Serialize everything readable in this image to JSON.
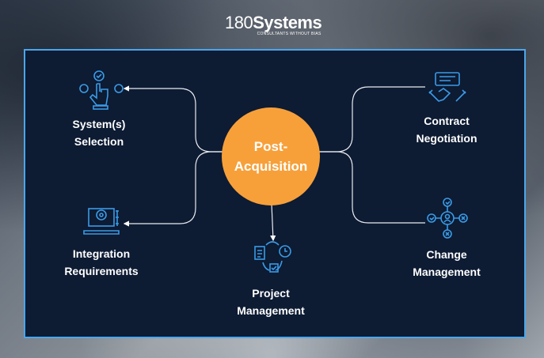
{
  "brand": {
    "name_number": "180",
    "name_word": "Systems",
    "tagline": "CONSULTANTS WITHOUT BIAS"
  },
  "center": {
    "line1": "Post-",
    "line2": "Acquisition"
  },
  "nodes": [
    {
      "line1": "System(s)",
      "line2": "Selection",
      "icon": "hand-pointer-check-icon"
    },
    {
      "line1": "Integration",
      "line2": "Requirements",
      "icon": "laptop-gear-icon"
    },
    {
      "line1": "Project",
      "line2": "Management",
      "icon": "cycle-checklist-clock-icon"
    },
    {
      "line1": "Contract",
      "line2": "Negotiation",
      "icon": "handshake-chat-icon"
    },
    {
      "line1": "Change",
      "line2": "Management",
      "icon": "user-network-icon"
    }
  ],
  "colors": {
    "panel": "#0d1b33",
    "border": "#4ba6ec",
    "accent": "#f7a03a",
    "icon": "#3a9be6"
  }
}
